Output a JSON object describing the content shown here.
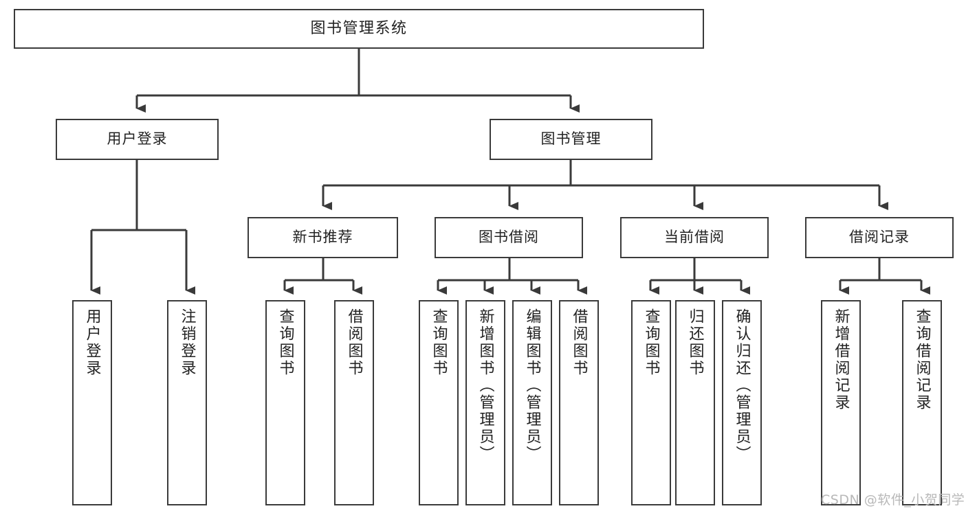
{
  "diagram": {
    "type": "tree-hierarchy-chart",
    "title": "图书管理系统",
    "orientation": "top-down",
    "box_border_color": "#3a3a3a",
    "box_fill_color": "#ffffff",
    "connector_color": "#3a3a3a",
    "background_color": "#ffffff"
  },
  "root": {
    "label": "图书管理系统"
  },
  "level2": [
    {
      "id": "user-login",
      "label": "用户登录"
    },
    {
      "id": "book-management",
      "label": "图书管理"
    }
  ],
  "level3": [
    {
      "id": "new-book-recommend",
      "label": "新书推荐",
      "parent": "book-management"
    },
    {
      "id": "book-borrow",
      "label": "图书借阅",
      "parent": "book-management"
    },
    {
      "id": "current-borrow",
      "label": "当前借阅",
      "parent": "book-management"
    },
    {
      "id": "borrow-record",
      "label": "借阅记录",
      "parent": "book-management"
    }
  ],
  "leaves": [
    {
      "id": "leaf-user-login",
      "label": "用户登录",
      "parent": "user-login"
    },
    {
      "id": "leaf-logout-login",
      "label": "注销登录",
      "parent": "user-login"
    },
    {
      "id": "leaf-query-book-1",
      "label": "查询图书",
      "parent": "new-book-recommend"
    },
    {
      "id": "leaf-borrow-book-1",
      "label": "借阅图书",
      "parent": "new-book-recommend"
    },
    {
      "id": "leaf-query-book-2",
      "label": "查询图书",
      "parent": "book-borrow"
    },
    {
      "id": "leaf-add-book",
      "label": "新增图书（管理员）",
      "parent": "book-borrow"
    },
    {
      "id": "leaf-edit-book",
      "label": "编辑图书（管理员）",
      "parent": "book-borrow"
    },
    {
      "id": "leaf-borrow-book-2",
      "label": "借阅图书",
      "parent": "book-borrow"
    },
    {
      "id": "leaf-query-book-3",
      "label": "查询图书",
      "parent": "current-borrow"
    },
    {
      "id": "leaf-return-book",
      "label": "归还图书",
      "parent": "current-borrow"
    },
    {
      "id": "leaf-confirm-return",
      "label": "确认归还（管理员）",
      "parent": "current-borrow"
    },
    {
      "id": "leaf-add-record",
      "label": "新增借阅记录",
      "parent": "borrow-record"
    },
    {
      "id": "leaf-query-record",
      "label": "查询借阅记录",
      "parent": "borrow-record"
    }
  ],
  "watermark": {
    "text": "CSDN @软件_小贺同学"
  }
}
